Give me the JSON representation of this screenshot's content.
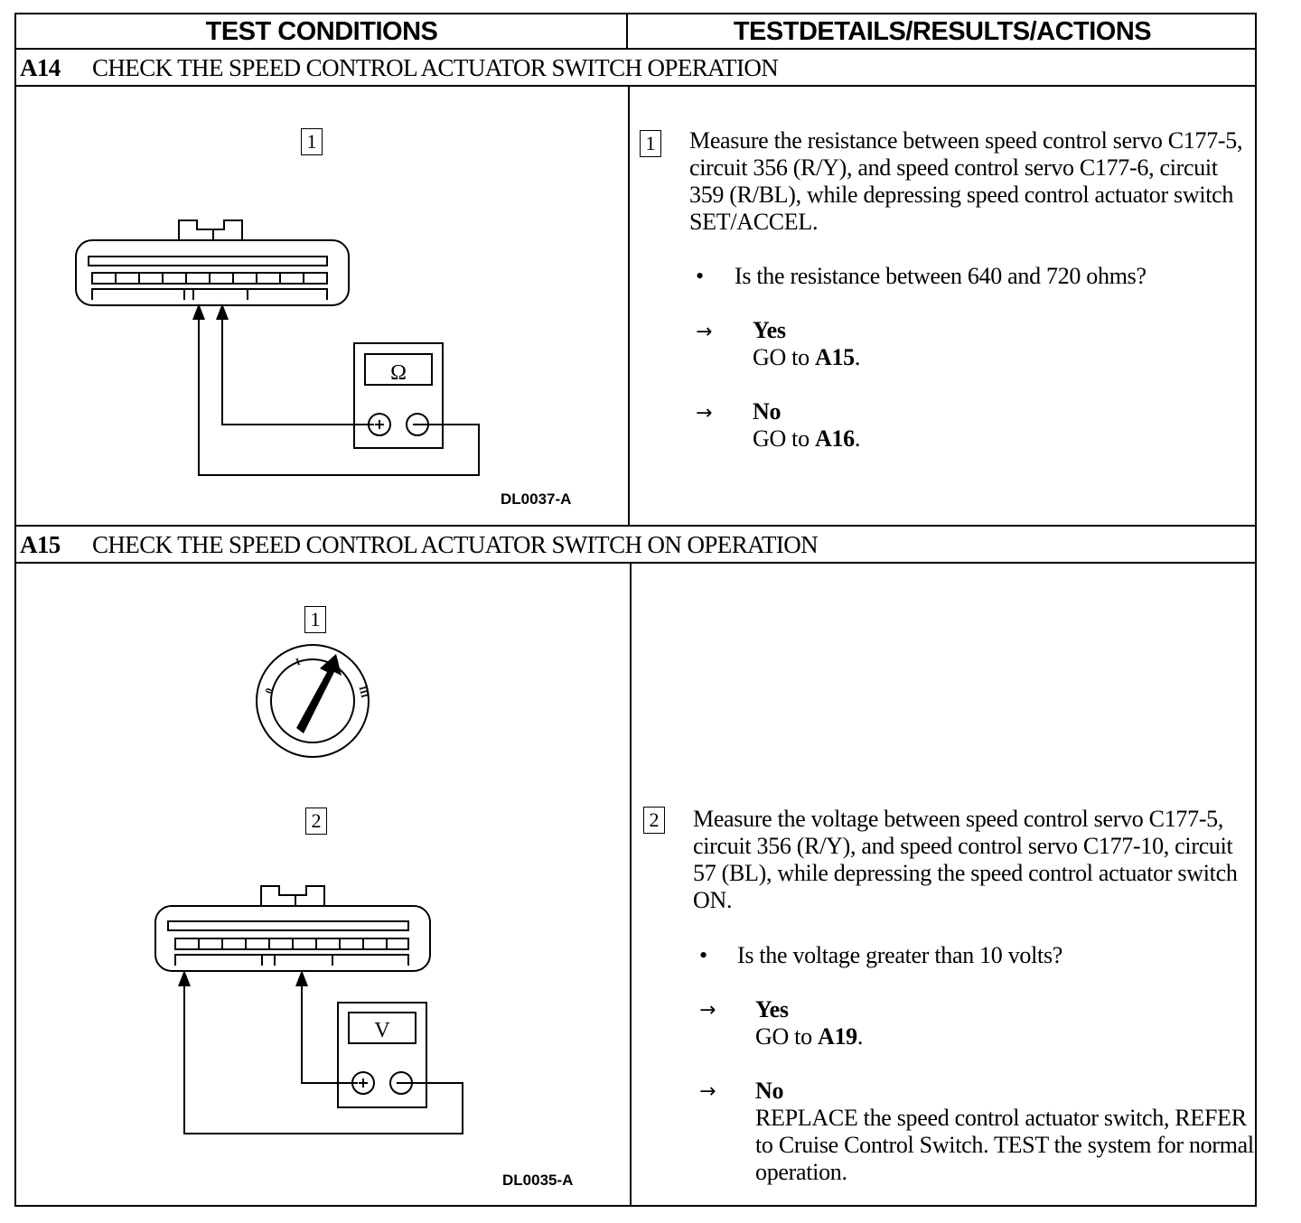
{
  "headers": {
    "test_conditions": "TEST CONDITIONS",
    "test_details": "TESTDETAILS/RESULTS/ACTIONS"
  },
  "a14": {
    "id": "A14",
    "title": "CHECK THE SPEED CONTROL ACTUATOR SWITCH OPERATION",
    "fig_step": "1",
    "meter_symbol": "Ω",
    "figure_id": "DL0037-A",
    "step": "1",
    "instruction": "Measure the resistance between speed control servo C177-5, circuit 356 (R/Y), and speed control servo C177-6, circuit 359 (R/BL), while depressing speed control actuator switch SET/ACCEL.",
    "question": "Is the resistance between 640 and 720 ohms?",
    "yes_label": "Yes",
    "yes_action_prefix": "GO to",
    "yes_target": "A15",
    "no_label": "No",
    "no_action_prefix": "GO to",
    "no_target": "A16"
  },
  "a15": {
    "id": "A15",
    "title": "CHECK THE SPEED CONTROL ACTUATOR SWITCH ON OPERATION",
    "fig_step_1": "1",
    "fig_step_2": "2",
    "ignition_labels": {
      "off": "0",
      "acc": "I",
      "run": "II",
      "start": "III"
    },
    "meter_symbol": "V",
    "figure_id": "DL0035-A",
    "step": "2",
    "instruction": "Measure the voltage between speed control servo C177-5, circuit 356 (R/Y), and speed control servo C177-10, circuit 57 (BL), while depressing the speed control actuator switch ON.",
    "question": "Is the voltage greater than 10 volts?",
    "yes_label": "Yes",
    "yes_action_prefix": "GO to",
    "yes_target": "A19",
    "no_label": "No",
    "no_action": "REPLACE the speed control actuator switch, REFER to Cruise Control Switch. TEST the system for normal operation."
  },
  "symbols": {
    "bullet": "•",
    "arrow": "→"
  }
}
